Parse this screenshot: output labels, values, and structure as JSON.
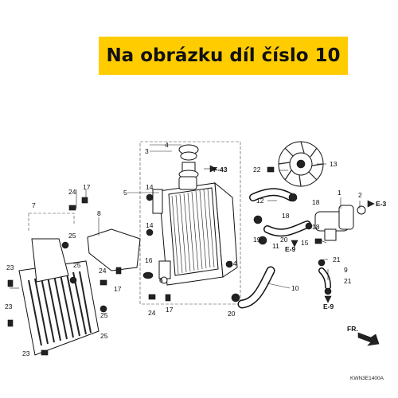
{
  "banner": {
    "text": "Na obrázku díl číslo 10"
  },
  "diagram": {
    "diagram_code": "KWN3E1400A",
    "direction_label": "FR.",
    "references": [
      "F-43",
      "E-3",
      "E-9",
      "E-9"
    ],
    "part_numbers": [
      "1",
      "2",
      "3",
      "4",
      "5",
      "6",
      "7",
      "8",
      "9",
      "10",
      "11",
      "12",
      "13",
      "14",
      "15",
      "16",
      "17",
      "18",
      "19",
      "20",
      "21",
      "22",
      "23",
      "24",
      "25"
    ],
    "highlighted_part": "10"
  }
}
